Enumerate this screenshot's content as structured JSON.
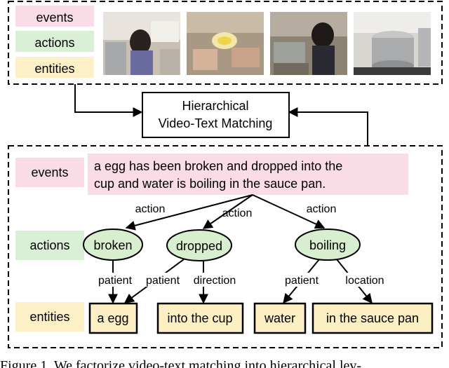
{
  "top_labels": {
    "events": "events",
    "actions": "actions",
    "entities": "entities"
  },
  "center_box": {
    "line1": "Hierarchical",
    "line2": "Video-Text Matching"
  },
  "bottom_labels": {
    "events": "events",
    "actions": "actions",
    "entities": "entities"
  },
  "event_sentence": {
    "line1": "a egg has been broken and dropped into the",
    "line2": "cup and water is boiling in the sauce pan."
  },
  "actions": {
    "broken": "broken",
    "dropped": "dropped",
    "boiling": "boiling"
  },
  "entities": {
    "egg": "a egg",
    "cup": "into the cup",
    "water": "water",
    "pan": "in the sauce pan"
  },
  "edges": {
    "action1": "action",
    "action2": "action",
    "action3": "action",
    "patient1": "patient",
    "patient2": "patient",
    "direction": "direction",
    "patient3": "patient",
    "location": "location"
  },
  "caption": "Figure 1. We factorize video-text matching into hierarchical lev-",
  "colors": {
    "events_bg": "#f9dce6",
    "actions_bg": "#d9efd6",
    "entities_bg": "#fdf0c6",
    "actions_node_fill": "#d7eecf",
    "entities_node_fill": "#fcefc4"
  }
}
